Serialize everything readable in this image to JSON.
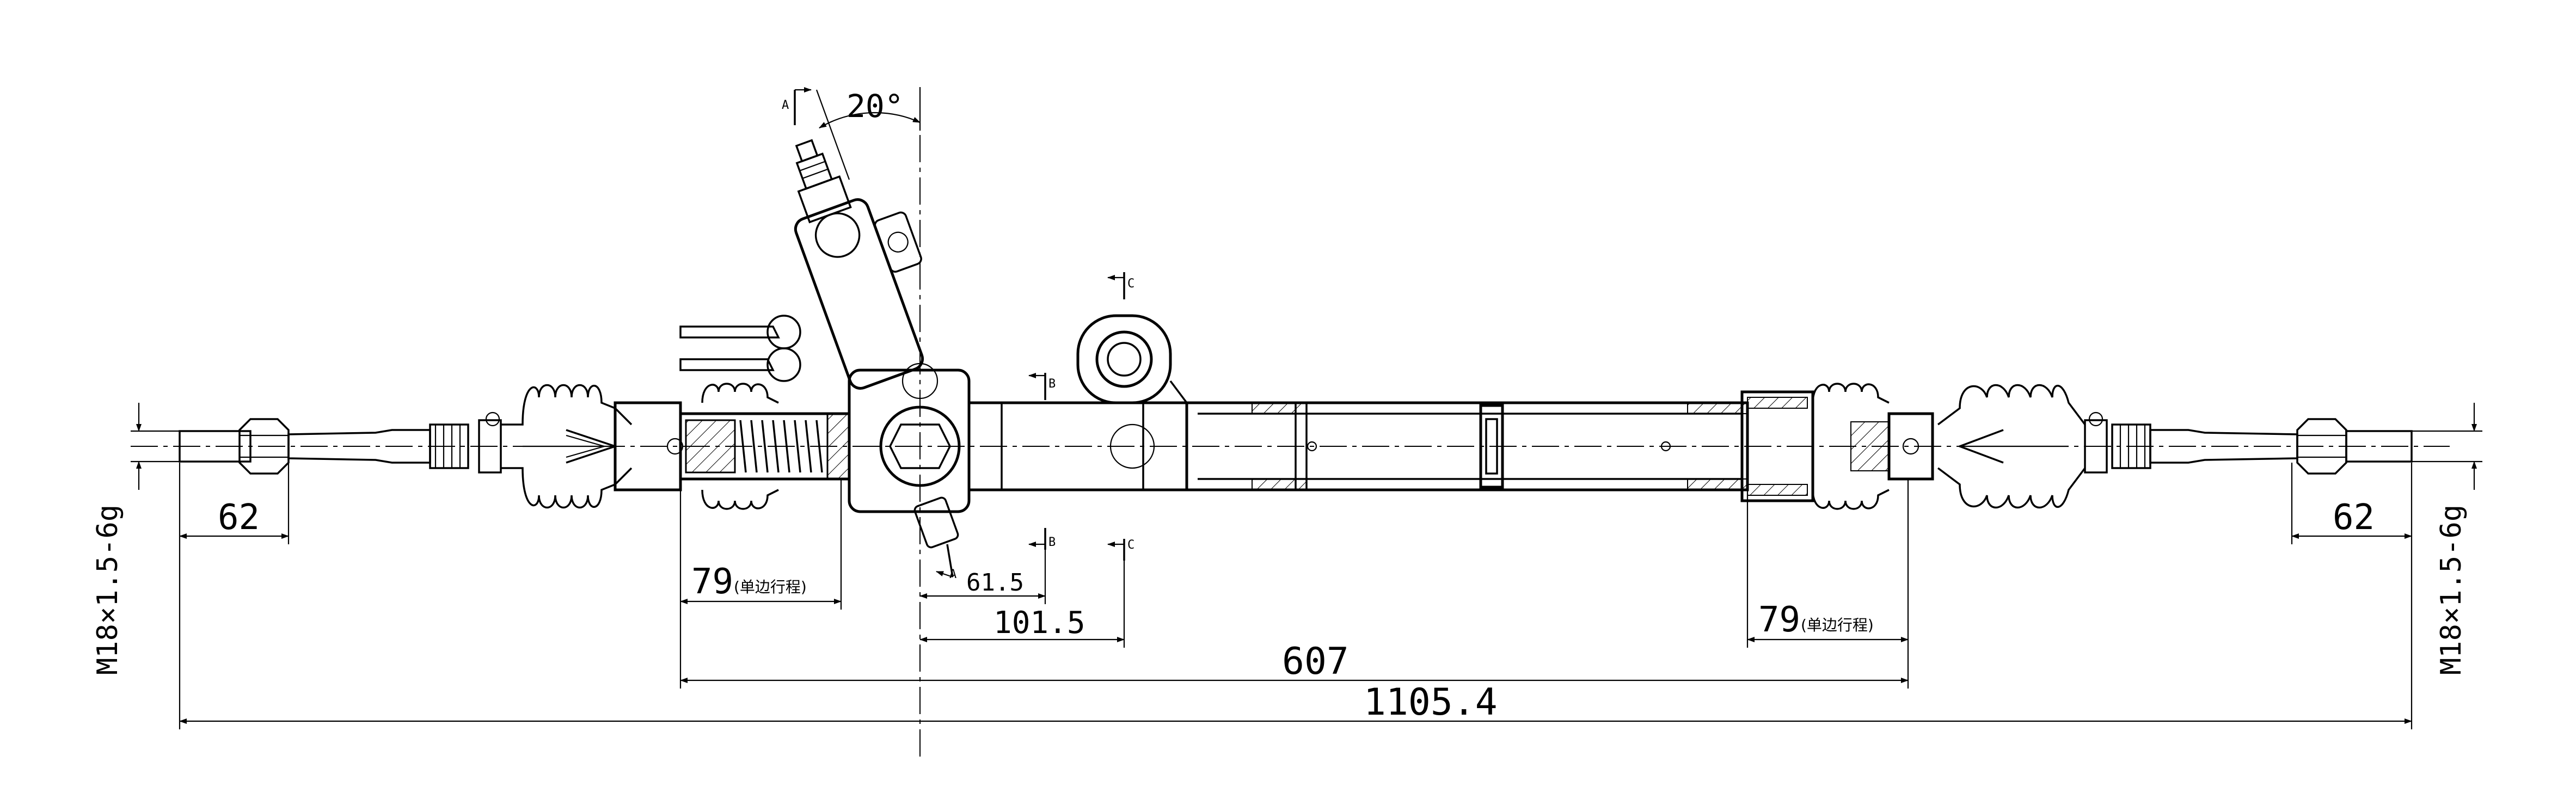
{
  "dimensions": {
    "angle": "20°",
    "tie_rod_left": "62",
    "tie_rod_right": "62",
    "thread_left": "M18×1.5-6g",
    "thread_right": "M18×1.5-6g",
    "stroke_left": "79",
    "stroke_right": "79",
    "stroke_note_left": "(单边行程)",
    "stroke_note_right": "(单边行程)",
    "dim_61_5": "61.5",
    "dim_101_5": "101.5",
    "dim_607": "607",
    "dim_1105_4": "1105.4"
  },
  "section_marks": {
    "a_top": "A",
    "a_bottom": "A",
    "b_top": "B",
    "b_bottom": "B",
    "c_top": "C",
    "c_bottom": "C"
  }
}
